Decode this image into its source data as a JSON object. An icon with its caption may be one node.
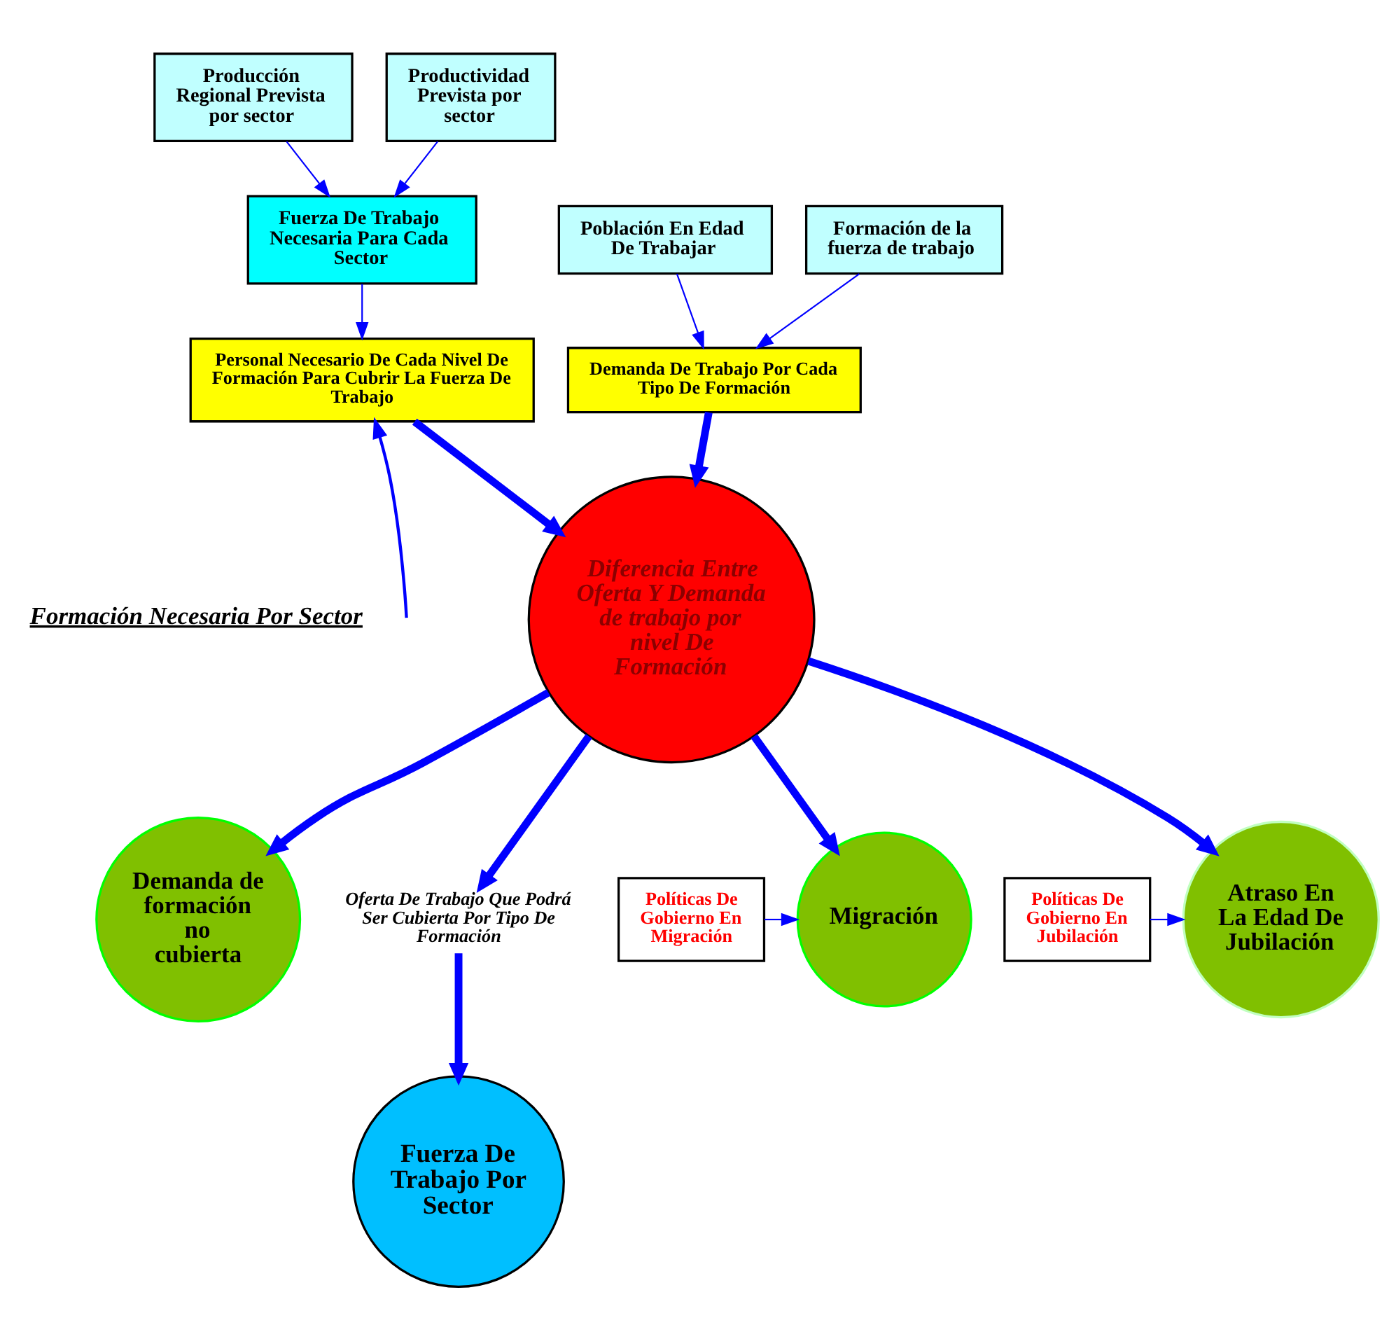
{
  "diagram": {
    "nodes": [
      {
        "text": [
          "Producción Regional Prevista por sector"
        ]
      },
      {
        "text": [
          "Productividad Prevista por sector"
        ]
      },
      {
        "text": [
          "Población En Edad De Trabajar"
        ]
      },
      {
        "text": [
          "Formación de la fuerza de trabajo"
        ]
      },
      {
        "text": [
          "Fuerza De Trabajo Necesaria Para Cada Sector"
        ]
      },
      {
        "text": [
          "Personal Necesario De Cada Nivel De Formación Para Cubrir La Fuerza De Trabajo"
        ]
      },
      {
        "text": [
          "Demanda De Trabajo Por Cada Tipo De Formación"
        ]
      },
      {
        "text": [
          "Diferencia Entre Oferta Y Demanda de trabajo por nivel De Formación"
        ]
      },
      {
        "text": [
          "Demanda de formación no cubierta"
        ]
      },
      {
        "text": [
          "Oferta De Trabajo Que Podrá Ser Cubierta Por Tipo De Formación"
        ]
      },
      {
        "text": [
          "Migración"
        ]
      },
      {
        "text": [
          "Fuerza De Trabajo Por Sector"
        ]
      },
      {
        "text": [
          "Atraso En La Edad De Jubilación"
        ]
      },
      {
        "text": [
          "Políticas De Gobierno En Migración"
        ]
      },
      {
        "text": [
          "Políticas De Gobierno En Jubilación"
        ]
      }
    ],
    "edges": [
      {
        "from": 0,
        "to": 4,
        "arrow": "to"
      },
      {
        "from": 1,
        "to": 4,
        "arrow": "to"
      },
      {
        "from": 4,
        "to": 5,
        "arrow": "to"
      },
      {
        "from": 2,
        "to": 6,
        "arrow": "to"
      },
      {
        "from": 3,
        "to": 6,
        "arrow": "to"
      },
      {
        "from": 5,
        "to": 7,
        "arrow": "to",
        "style": "thick"
      },
      {
        "from": 6,
        "to": 7,
        "arrow": "to",
        "style": "thick"
      },
      {
        "from": 7,
        "to": 8,
        "arrow": "to",
        "style": "thick"
      },
      {
        "from": 7,
        "to": 9,
        "arrow": "to",
        "style": "thick"
      },
      {
        "from": 9,
        "to": 11,
        "arrow": "to",
        "style": "thick"
      },
      {
        "from": 7,
        "to": 10,
        "arrow": "to",
        "style": "thick"
      },
      {
        "from": 7,
        "to": 12,
        "arrow": "to",
        "style": "thick"
      },
      {
        "from": 13,
        "to": 10,
        "arrow": "to"
      },
      {
        "from": 14,
        "to": 12,
        "arrow": "to"
      },
      {
        "from": null,
        "to": 5,
        "arrow": "to"
      }
    ],
    "labels": [
      "Formación Necesaria Por Sector"
    ]
  }
}
